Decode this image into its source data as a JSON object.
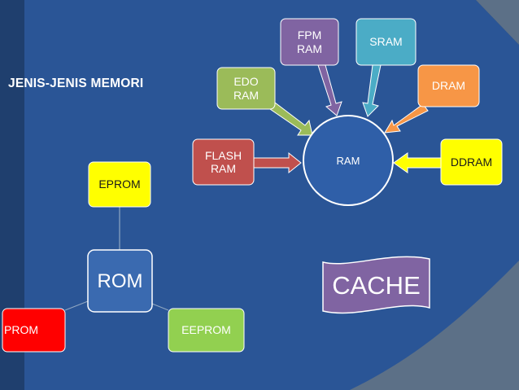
{
  "slide": {
    "title": "JENIS-JENIS MEMORI",
    "colors": {
      "background": "#1f3f6e",
      "panel": "#2a5596",
      "corner_accent": "#5c7087"
    }
  },
  "ram_group": {
    "center": {
      "label": "RAM",
      "color": "#2f5fa8"
    },
    "types": [
      {
        "label": "FLASH\nRAM",
        "color": "#c0504d"
      },
      {
        "label": "EDO\nRAM",
        "color": "#9bbb59"
      },
      {
        "label": "FPM\nRAM",
        "color": "#8064a2"
      },
      {
        "label": "SRAM",
        "color": "#4bacc6"
      },
      {
        "label": "DRAM",
        "color": "#f79646"
      },
      {
        "label": "DDRAM",
        "color": "#ffff00"
      }
    ]
  },
  "rom_group": {
    "center": {
      "label": "ROM",
      "color": "#3a6ab0"
    },
    "types": [
      {
        "label": "EPROM",
        "color": "#ffff00"
      },
      {
        "label": "PROM",
        "color": "#ff0000"
      },
      {
        "label": "EEPROM",
        "color": "#92d050"
      }
    ]
  },
  "cache": {
    "label": "CACHE",
    "color": "#8064a2"
  }
}
